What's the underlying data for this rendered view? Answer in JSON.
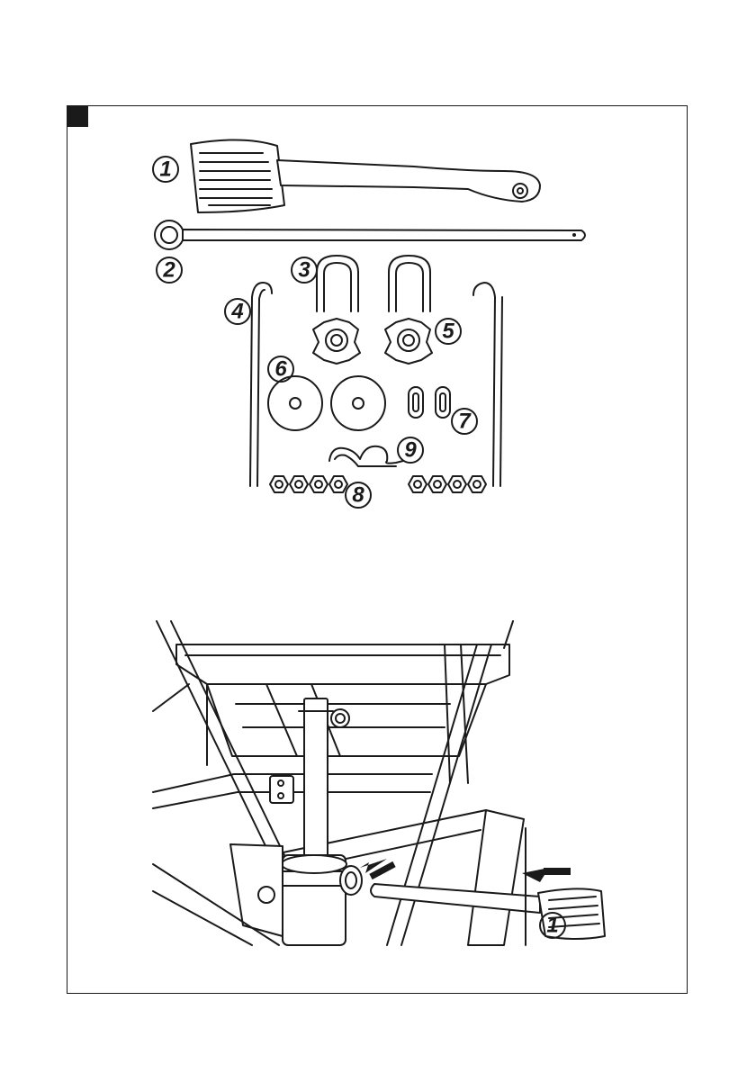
{
  "figure": {
    "corner_marker": "black-square",
    "parts": [
      {
        "number": "1",
        "name": "pedal-handle"
      },
      {
        "number": "2",
        "name": "long-rod"
      },
      {
        "number": "3",
        "name": "u-bolt"
      },
      {
        "number": "4",
        "name": "hook-rod"
      },
      {
        "number": "5",
        "name": "star-knob"
      },
      {
        "number": "6",
        "name": "washer"
      },
      {
        "number": "7",
        "name": "chain-link"
      },
      {
        "number": "8",
        "name": "nut"
      },
      {
        "number": "9",
        "name": "spring-clip"
      }
    ],
    "assembly_label": "1"
  }
}
